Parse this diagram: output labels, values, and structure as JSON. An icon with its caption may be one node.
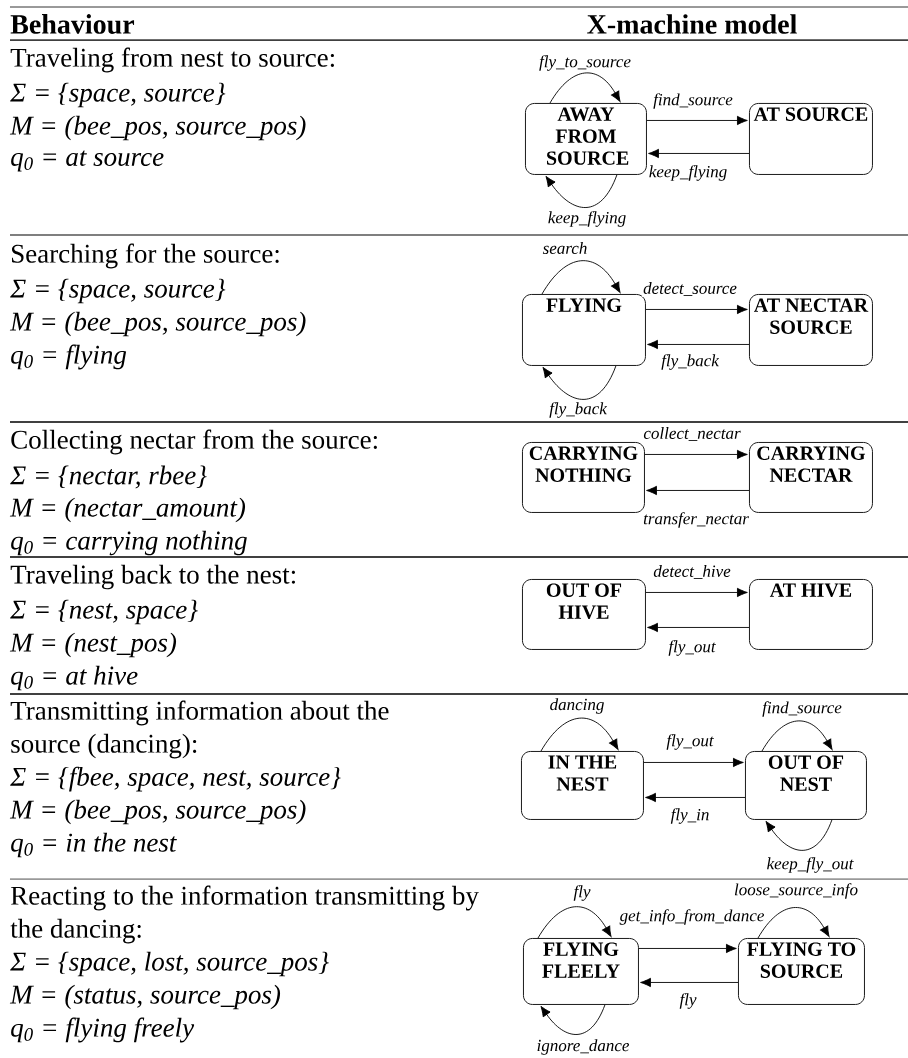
{
  "diagram": {
    "nodes": [
      {
        "text": [
          "AWAY FROM SOURCE"
        ]
      },
      {
        "text": [
          "AT SOURCE"
        ]
      },
      {
        "text": [
          "FLYING"
        ]
      },
      {
        "text": [
          "AT NECTAR SOURCE"
        ]
      },
      {
        "text": [
          "CARRYING NOTHING"
        ]
      },
      {
        "text": [
          "CARRYING NECTAR"
        ]
      },
      {
        "text": [
          "OUT OF HIVE"
        ]
      },
      {
        "text": [
          "AT HIVE"
        ]
      },
      {
        "text": [
          "IN THE NEST"
        ]
      },
      {
        "text": [
          "OUT OF NEST"
        ]
      },
      {
        "text": [
          "FLYING FLEELY"
        ]
      },
      {
        "text": [
          "FLYING TO SOURCE"
        ]
      }
    ],
    "edges": [
      {
        "from": 0,
        "to": 0,
        "arrow": "to",
        "label": "fly_to_source"
      },
      {
        "from": 0,
        "to": 1,
        "arrow": "to",
        "label": "find_source"
      },
      {
        "from": 1,
        "to": 0,
        "arrow": "to",
        "label": "keep_flying"
      },
      {
        "from": 0,
        "to": 0,
        "arrow": "to",
        "label": "keep_flying"
      },
      {
        "from": 2,
        "to": 2,
        "arrow": "to",
        "label": "search"
      },
      {
        "from": 2,
        "to": 3,
        "arrow": "to",
        "label": "detect_source"
      },
      {
        "from": 3,
        "to": 2,
        "arrow": "to",
        "label": "fly_back"
      },
      {
        "from": 2,
        "to": 2,
        "arrow": "to",
        "label": "fly_back"
      },
      {
        "from": 4,
        "to": 5,
        "arrow": "to",
        "label": "collect_nectar"
      },
      {
        "from": 5,
        "to": 4,
        "arrow": "to",
        "label": "transfer_nectar"
      },
      {
        "from": 6,
        "to": 7,
        "arrow": "to",
        "label": "detect_hive"
      },
      {
        "from": 7,
        "to": 6,
        "arrow": "to",
        "label": "fly_out"
      },
      {
        "from": 8,
        "to": 8,
        "arrow": "to",
        "label": "dancing"
      },
      {
        "from": 9,
        "to": 9,
        "arrow": "to",
        "label": "find_source"
      },
      {
        "from": 8,
        "to": 9,
        "arrow": "to",
        "label": "fly_out"
      },
      {
        "from": 9,
        "to": 8,
        "arrow": "to",
        "label": "fly_in"
      },
      {
        "from": 9,
        "to": 9,
        "arrow": "to",
        "label": "keep_fly_out"
      },
      {
        "from": 10,
        "to": 10,
        "arrow": "to",
        "label": "fly"
      },
      {
        "from": 11,
        "to": 11,
        "arrow": "to",
        "label": "loose_source_info"
      },
      {
        "from": 10,
        "to": 11,
        "arrow": "to",
        "label": "get_info_from_dance"
      },
      {
        "from": 11,
        "to": 10,
        "arrow": "to",
        "label": "fly"
      },
      {
        "from": 10,
        "to": 10,
        "arrow": "to",
        "label": "ignore_dance"
      }
    ],
    "labels": [
      "Behaviour",
      "X-machine model",
      "Traveling from nest to source:",
      "Σ = {space, source}",
      "M = (bee_pos, source_pos)",
      "q$_{0}$ = at source",
      "Searching for the source:",
      "Σ = {space, source}",
      "M = (bee_pos, source_pos)",
      "q$_{0}$ = flying",
      "Collecting nectar from the source:",
      "Σ = {nectar, rbee}",
      "M = (nectar_amount)",
      "q$_{0}$ = carrying nothing",
      "Traveling back to the nest:",
      "Σ = {nest, space}",
      "M = (nest_pos)",
      "q$_{0}$ = at hive",
      "Transmitting information about the source (dancing):",
      "Σ = {fbee, space, nest, source}",
      "M = (bee_pos, source_pos)",
      "q$_{0}$ = in the nest",
      "Reacting to the information transmitting by the dancing:",
      "Σ = {space, lost, source_pos}",
      "M = (status, source_pos)",
      "q$_{0}$ = flying freely"
    ]
  }
}
